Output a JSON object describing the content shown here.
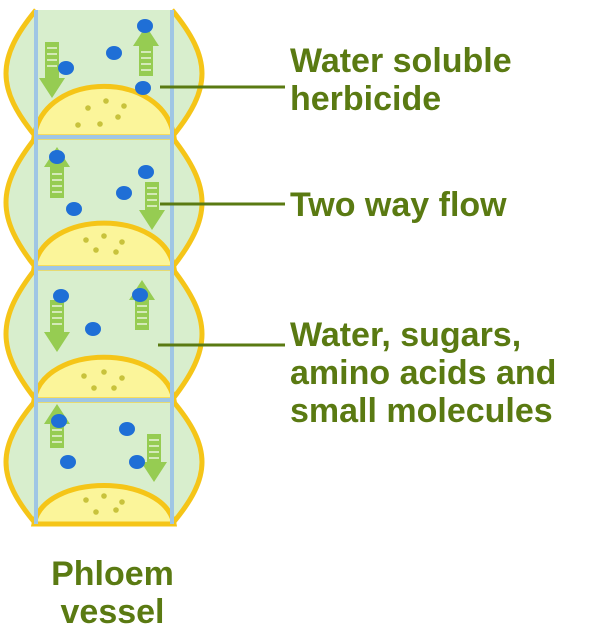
{
  "labels": {
    "herbicide": [
      "Water soluble",
      "herbicide"
    ],
    "flow": "Two way flow",
    "contents": [
      "Water, sugars,",
      "amino acids and",
      "small molecules"
    ],
    "vessel": [
      "Phloem",
      "vessel"
    ]
  },
  "colors": {
    "label_text": "#5a7a12",
    "cell_fill": "#d8eecd",
    "cell_border": "#9fc6e4",
    "outer_wall": "#f5c518",
    "companion_fill": "#fbf59a",
    "granule": "#c8c23c",
    "herbicide_dot": "#1f6fd6",
    "flow_arrow": "#96cc52"
  },
  "icons": [
    "flow-up-arrow-icon",
    "flow-down-arrow-icon",
    "herbicide-molecule-icon"
  ]
}
